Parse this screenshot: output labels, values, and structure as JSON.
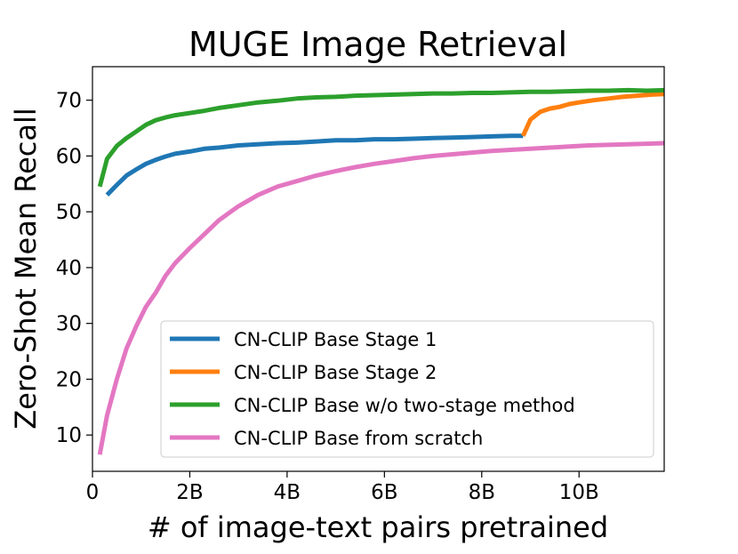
{
  "chart_data": {
    "type": "line",
    "title": "MUGE Image Retrieval",
    "xlabel": "# of image-text pairs pretrained",
    "ylabel": "Zero-Shot Mean Recall",
    "xlim": [
      0,
      11.75
    ],
    "ylim": [
      3.5,
      76
    ],
    "x_unit": "B",
    "x_ticks": [
      0,
      2,
      4,
      6,
      8,
      10
    ],
    "x_tick_labels": [
      "0",
      "2B",
      "4B",
      "6B",
      "8B",
      "10B"
    ],
    "y_ticks": [
      10,
      20,
      30,
      40,
      50,
      60,
      70
    ],
    "y_tick_labels": [
      "10",
      "20",
      "30",
      "40",
      "50",
      "60",
      "70"
    ],
    "grid": false,
    "legend_position": "lower-right",
    "series": [
      {
        "name": "CN-CLIP Base Stage 1",
        "color": "#1f77b4",
        "x": [
          0.3,
          0.5,
          0.7,
          0.9,
          1.1,
          1.3,
          1.5,
          1.7,
          2.0,
          2.3,
          2.6,
          3.0,
          3.4,
          3.8,
          4.2,
          4.6,
          5.0,
          5.4,
          5.8,
          6.2,
          6.6,
          7.0,
          7.4,
          7.8,
          8.2,
          8.6,
          8.85
        ],
        "y": [
          53.0,
          54.8,
          56.5,
          57.6,
          58.6,
          59.3,
          59.9,
          60.4,
          60.8,
          61.3,
          61.5,
          61.9,
          62.1,
          62.3,
          62.4,
          62.6,
          62.8,
          62.8,
          63.0,
          63.0,
          63.1,
          63.2,
          63.3,
          63.4,
          63.5,
          63.6,
          63.6
        ]
      },
      {
        "name": "CN-CLIP Base Stage 2",
        "color": "#ff7f0e",
        "x": [
          8.85,
          9.0,
          9.2,
          9.4,
          9.6,
          9.8,
          10.0,
          10.3,
          10.6,
          10.9,
          11.2,
          11.5,
          11.75
        ],
        "y": [
          63.6,
          66.5,
          67.9,
          68.5,
          68.8,
          69.3,
          69.6,
          70.0,
          70.3,
          70.6,
          70.8,
          71.0,
          71.1
        ]
      },
      {
        "name": "CN-CLIP Base w/o two-stage method",
        "color": "#2ca02c",
        "x": [
          0.15,
          0.3,
          0.5,
          0.7,
          0.9,
          1.1,
          1.3,
          1.5,
          1.7,
          2.0,
          2.3,
          2.6,
          3.0,
          3.4,
          3.8,
          4.2,
          4.6,
          5.0,
          5.4,
          5.8,
          6.2,
          6.6,
          7.0,
          7.4,
          7.8,
          8.2,
          8.6,
          9.0,
          9.4,
          9.8,
          10.2,
          10.6,
          11.0,
          11.4,
          11.75
        ],
        "y": [
          54.5,
          59.5,
          61.8,
          63.2,
          64.4,
          65.6,
          66.4,
          66.9,
          67.3,
          67.7,
          68.1,
          68.6,
          69.1,
          69.6,
          69.9,
          70.3,
          70.5,
          70.6,
          70.8,
          70.9,
          71.0,
          71.1,
          71.2,
          71.2,
          71.3,
          71.3,
          71.4,
          71.5,
          71.5,
          71.6,
          71.7,
          71.7,
          71.8,
          71.7,
          71.8
        ]
      },
      {
        "name": "CN-CLIP Base from scratch",
        "color": "#e377c2",
        "x": [
          0.15,
          0.3,
          0.5,
          0.7,
          0.9,
          1.1,
          1.3,
          1.5,
          1.7,
          2.0,
          2.3,
          2.6,
          3.0,
          3.4,
          3.8,
          4.2,
          4.6,
          5.0,
          5.4,
          5.8,
          6.2,
          6.6,
          7.0,
          7.4,
          7.8,
          8.2,
          8.6,
          9.0,
          9.4,
          9.8,
          10.2,
          10.6,
          11.0,
          11.4,
          11.75
        ],
        "y": [
          6.5,
          13.5,
          20.0,
          25.5,
          29.5,
          33.0,
          35.5,
          38.5,
          40.8,
          43.5,
          46.0,
          48.5,
          51.0,
          53.0,
          54.5,
          55.5,
          56.5,
          57.3,
          58.0,
          58.6,
          59.1,
          59.6,
          60.0,
          60.3,
          60.6,
          60.9,
          61.1,
          61.3,
          61.5,
          61.7,
          61.9,
          62.0,
          62.1,
          62.2,
          62.3
        ]
      }
    ]
  }
}
